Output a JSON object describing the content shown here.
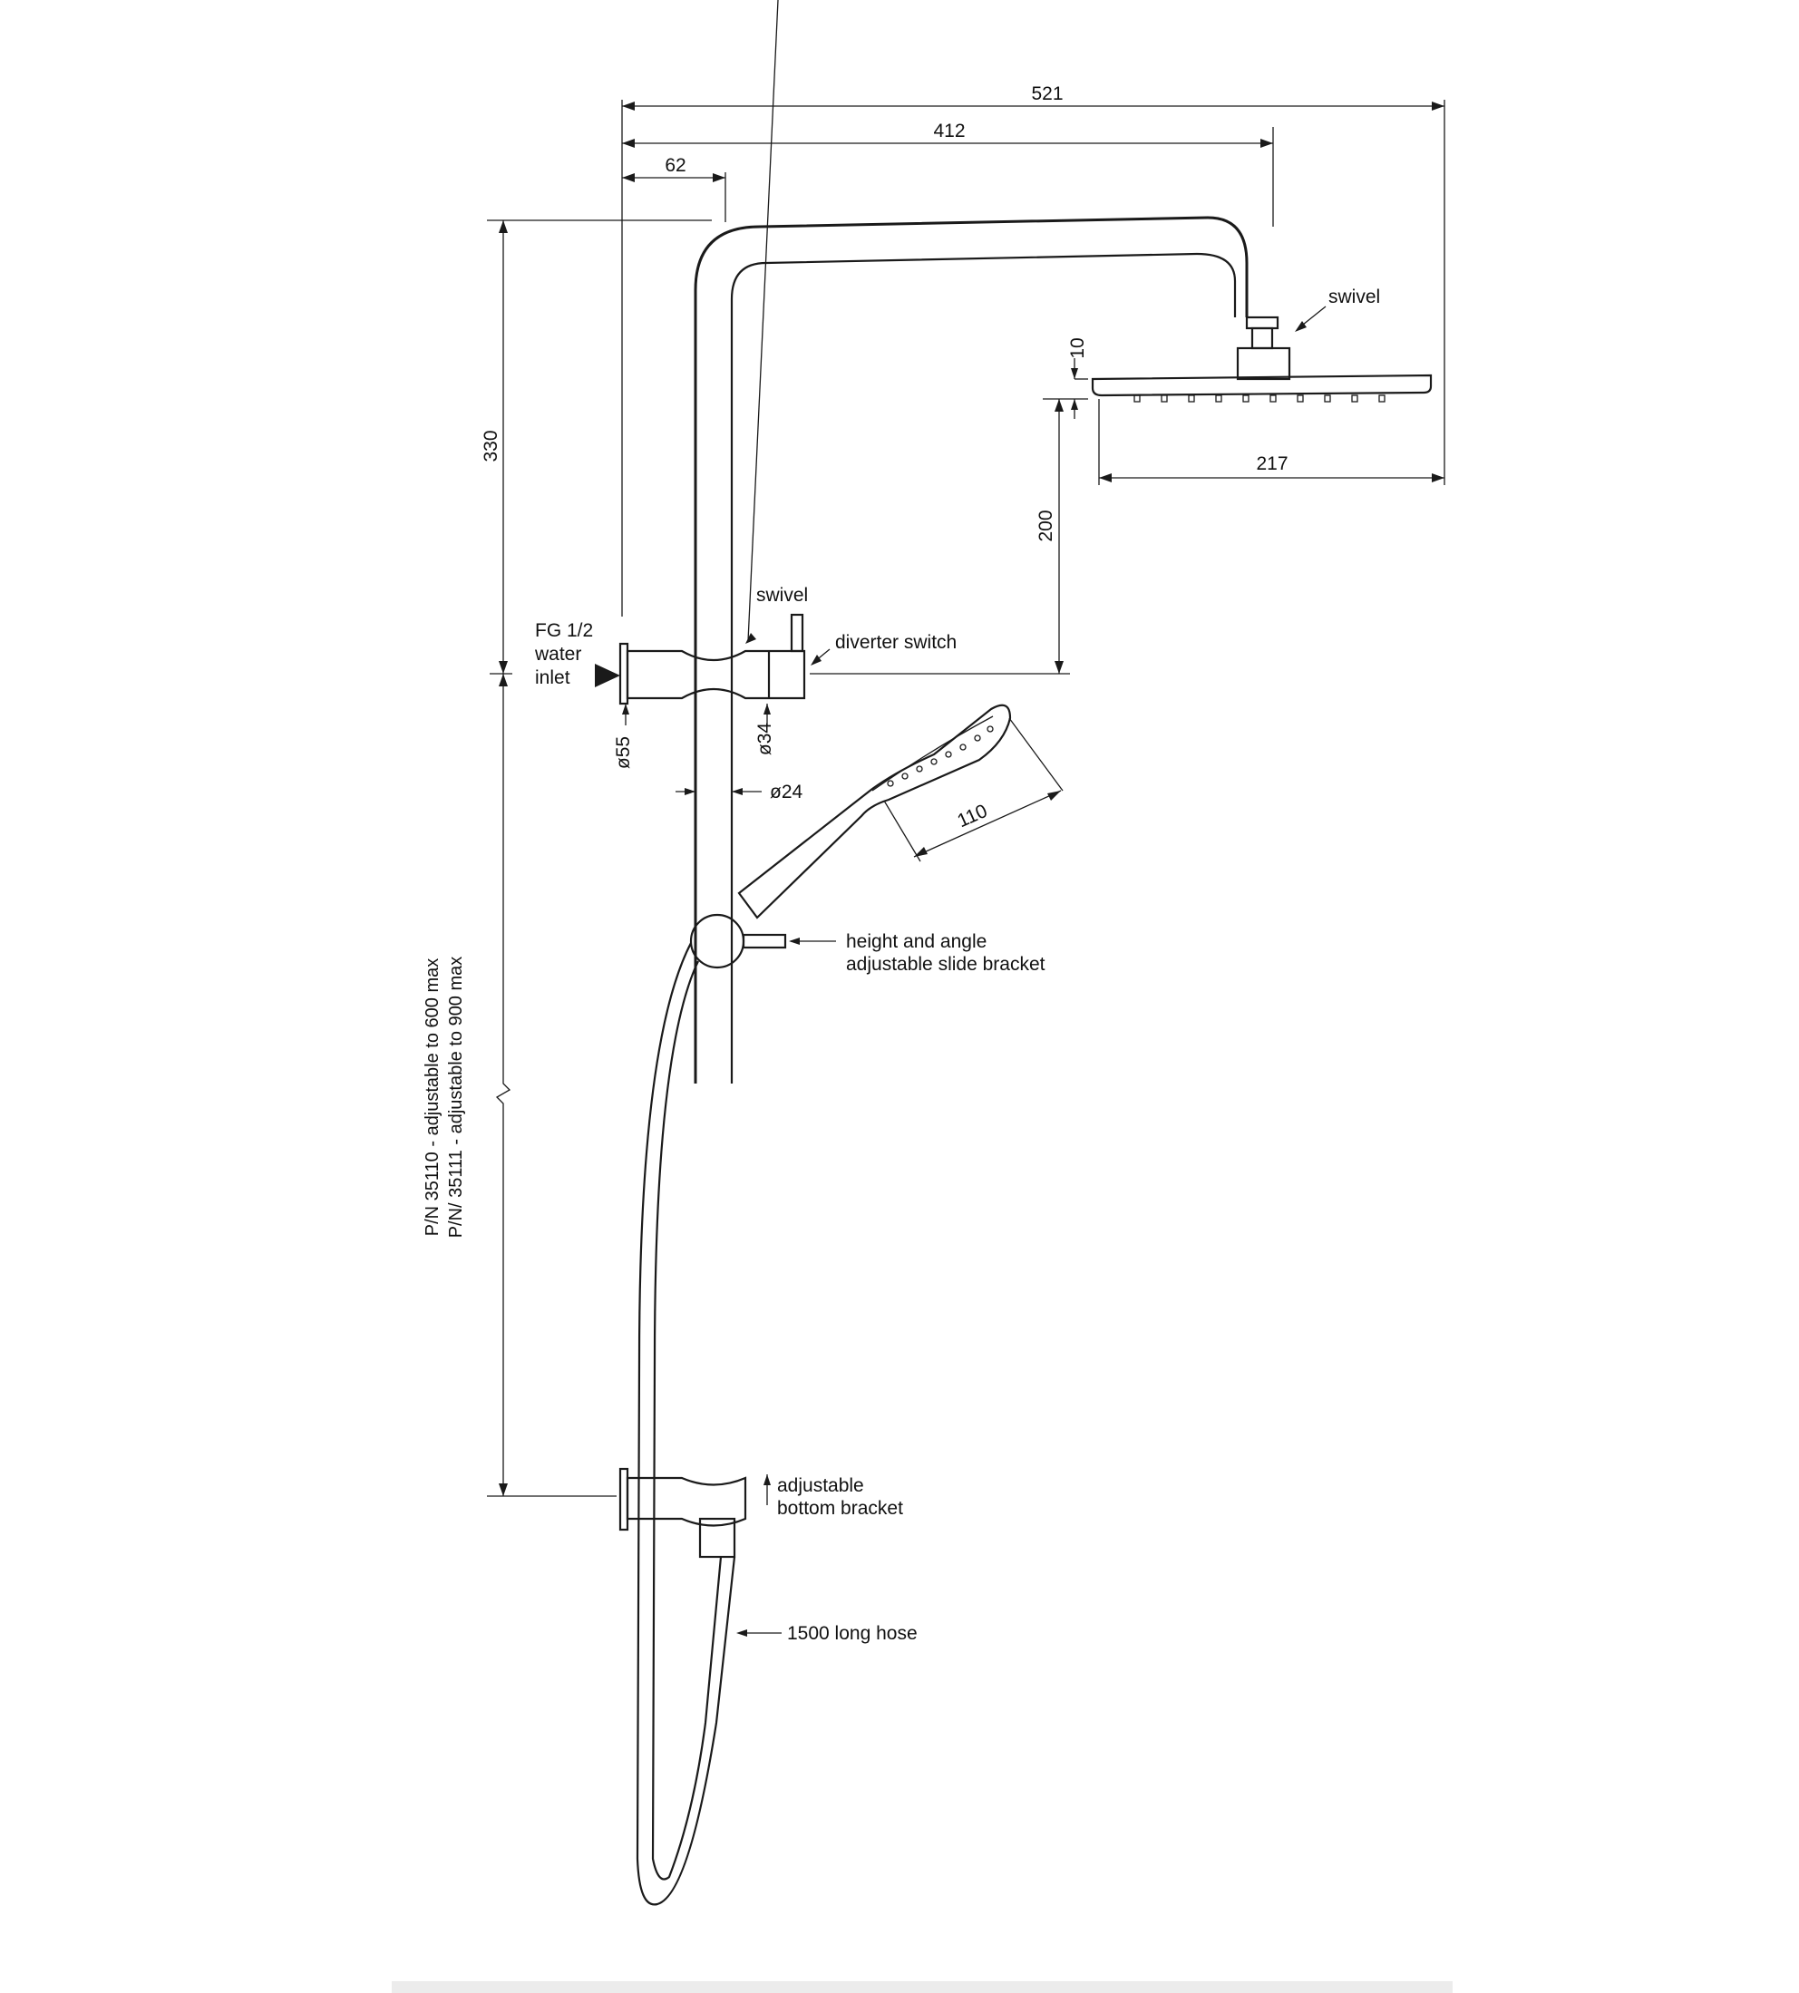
{
  "dimensions": {
    "overall_width": "521",
    "arm_reach": "412",
    "wall_offset": "62",
    "upper_height": "330",
    "head_thickness": "10",
    "head_width": "217",
    "inlet_to_head": "200",
    "inlet_diameter": "ø55",
    "diverter_diameter": "ø34",
    "rail_diameter": "ø24",
    "handset_length": "110"
  },
  "labels": {
    "swivel_top": "swivel",
    "swivel_inlet": "swivel",
    "inlet_line1": "FG 1/2",
    "inlet_line2": "water",
    "inlet_line3": "inlet",
    "diverter": "diverter switch",
    "slide_bracket_line1": "height and angle",
    "slide_bracket_line2": "adjustable slide bracket",
    "bottom_bracket_line1": "adjustable",
    "bottom_bracket_line2": "bottom bracket",
    "hose": "1500 long hose",
    "rail_variant_1": "P/N 35110 - adjustable to 600 max",
    "rail_variant_2": "P/N/ 35111 - adjustable to 900 max"
  }
}
